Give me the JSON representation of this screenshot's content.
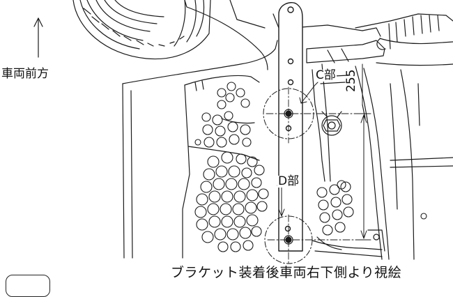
{
  "labels": {
    "front": "車両前方",
    "part_c": "C部",
    "part_d": "D部",
    "dimension": "255",
    "caption": "ブラケット装着後車両右下側より視絵"
  },
  "icons": {
    "front_arrow": "up-arrow-icon",
    "bolt": "bolt-icon",
    "detail_circle": "dash-dot-circle-icon"
  },
  "colors": {
    "line": "#1a1a1a",
    "background": "#ffffff"
  }
}
